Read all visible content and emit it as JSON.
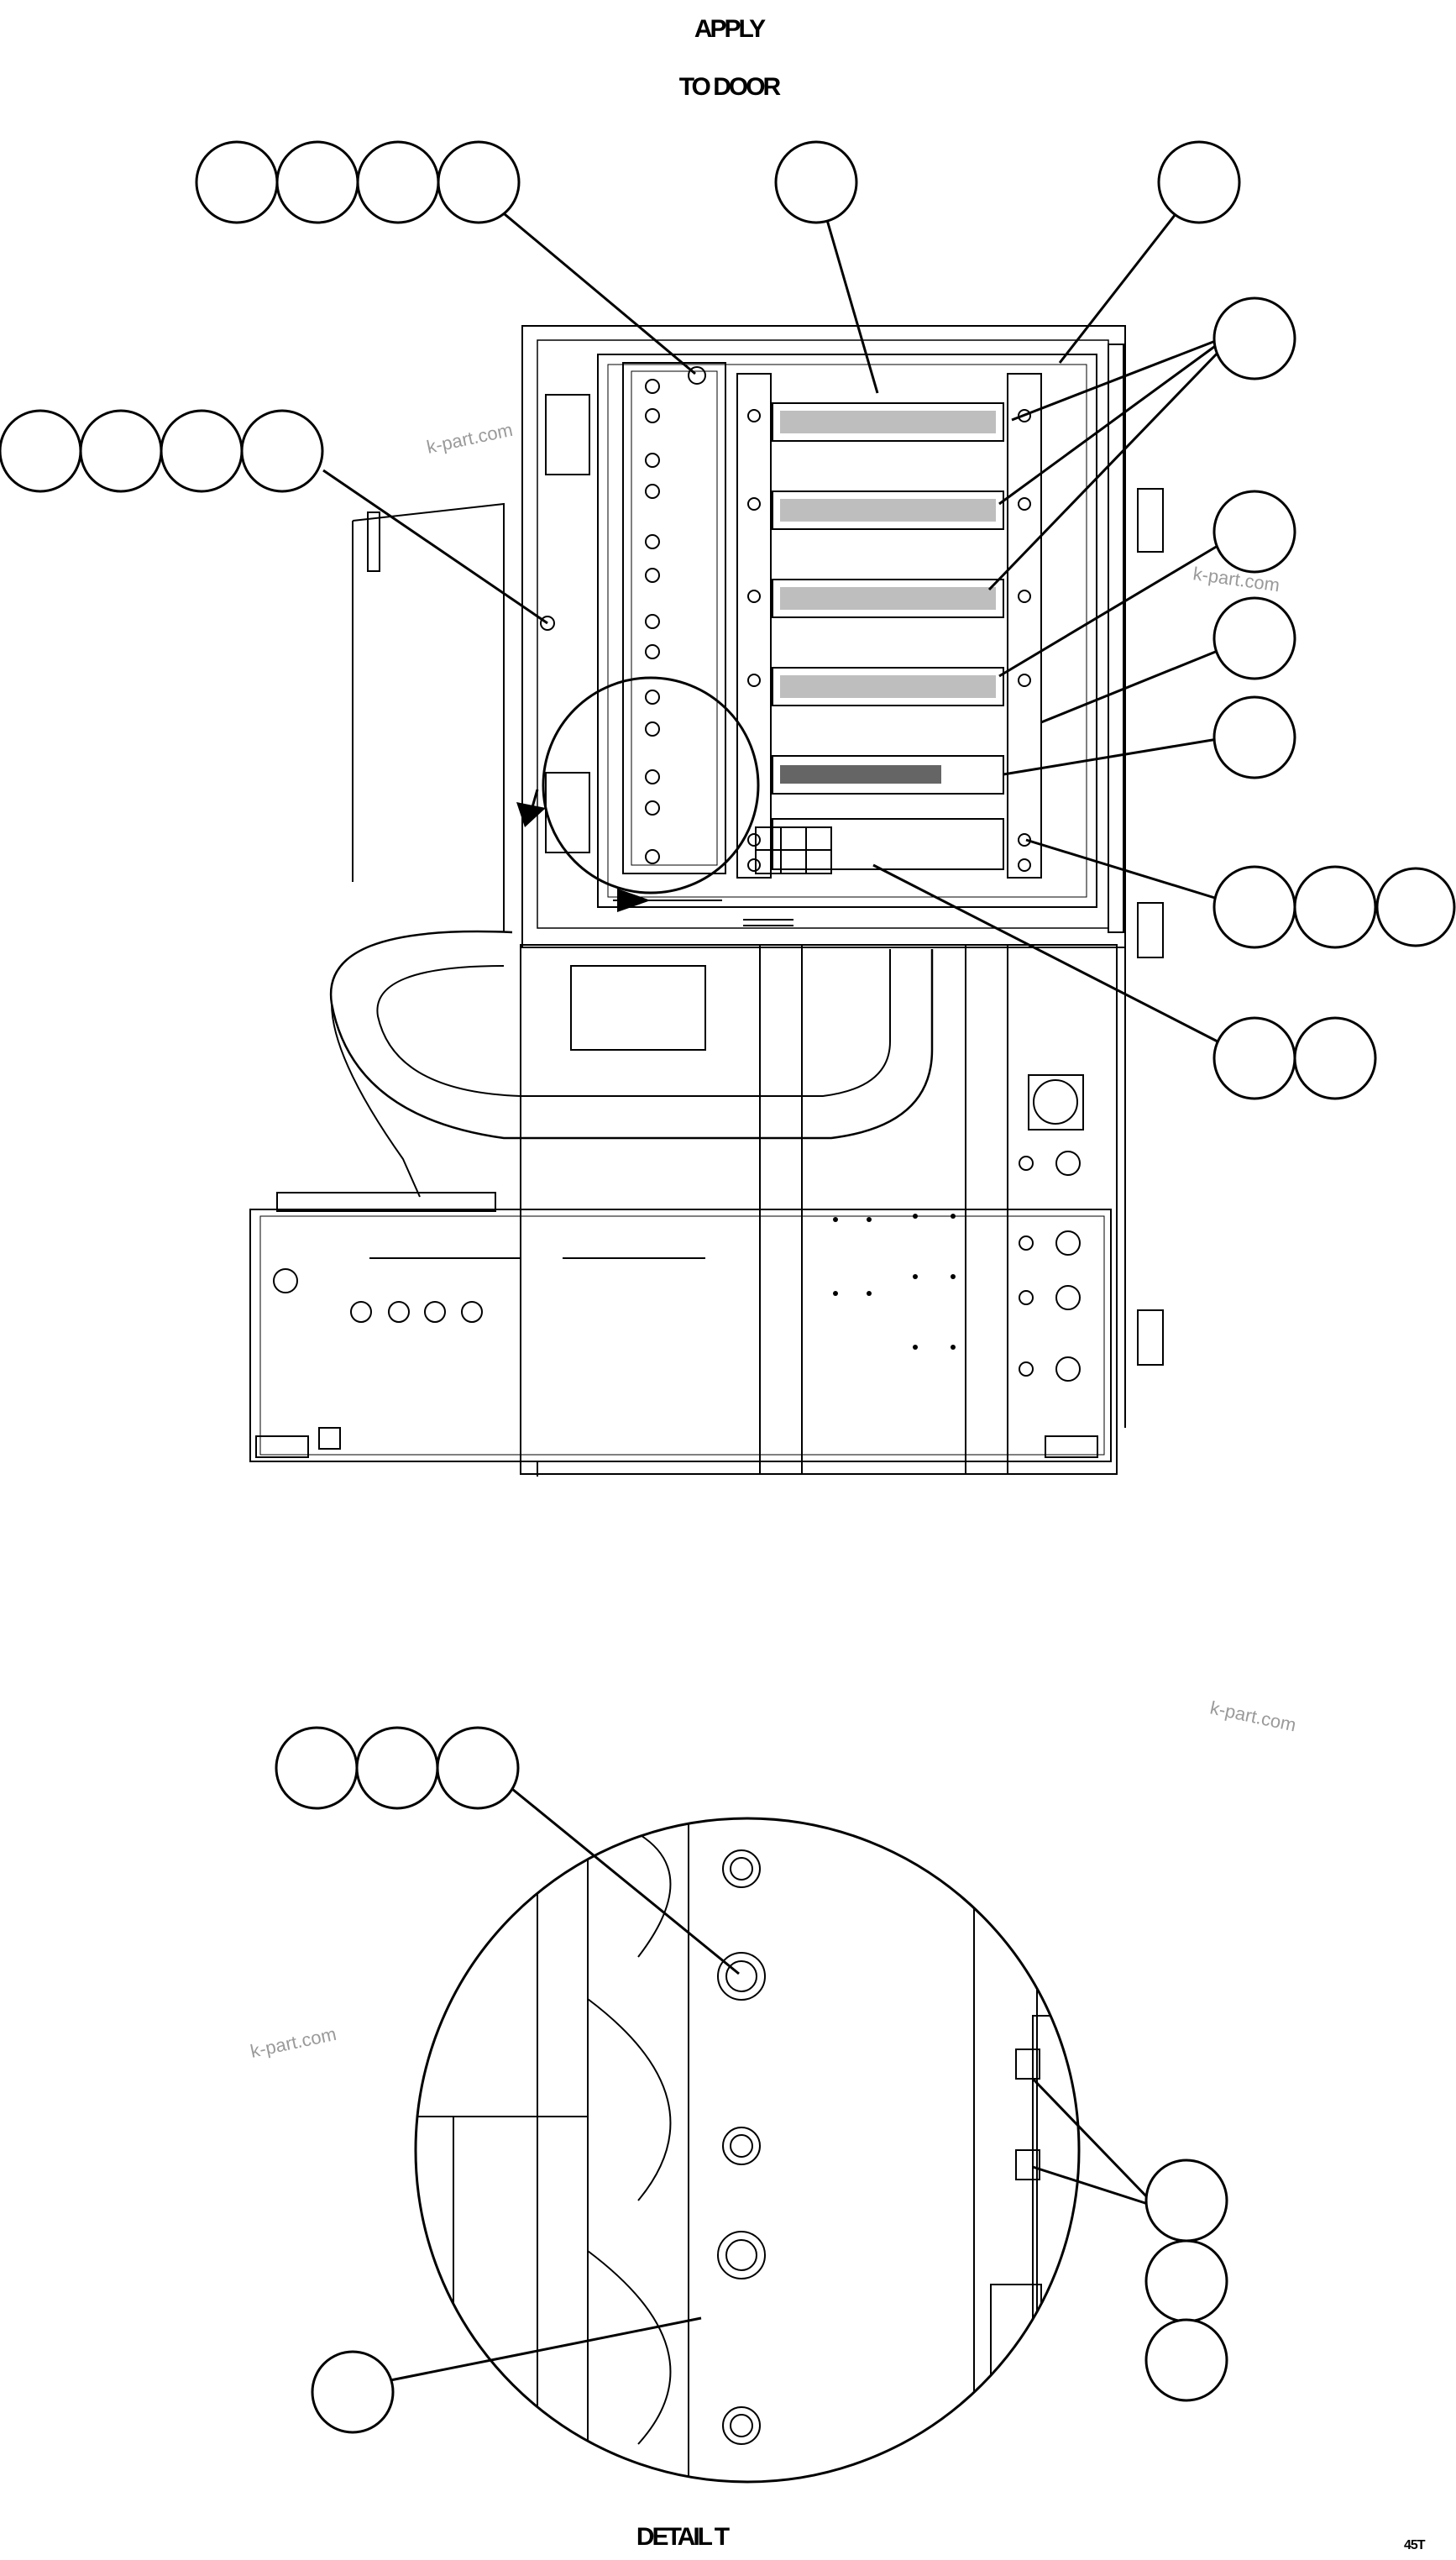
{
  "labels": {
    "apply": "APPLY",
    "to_door": "TO DOOR",
    "detail": "DETAIL T",
    "code": "45T"
  },
  "watermark": "k-part.com",
  "callouts_top": [
    {
      "group": "cluster-a",
      "count": 4
    },
    {
      "group": "single-b",
      "count": 1
    },
    {
      "group": "single-c",
      "count": 1
    },
    {
      "group": "single-d",
      "count": 1
    },
    {
      "group": "cluster-e",
      "count": 4
    },
    {
      "group": "single-f",
      "count": 1
    },
    {
      "group": "single-g",
      "count": 1
    },
    {
      "group": "single-h",
      "count": 1
    },
    {
      "group": "cluster-i",
      "count": 3
    },
    {
      "group": "cluster-j",
      "count": 2
    }
  ],
  "callouts_detail": [
    {
      "group": "cluster-k",
      "count": 3
    },
    {
      "group": "stack-l",
      "count": 3
    },
    {
      "group": "single-m",
      "count": 1
    }
  ]
}
